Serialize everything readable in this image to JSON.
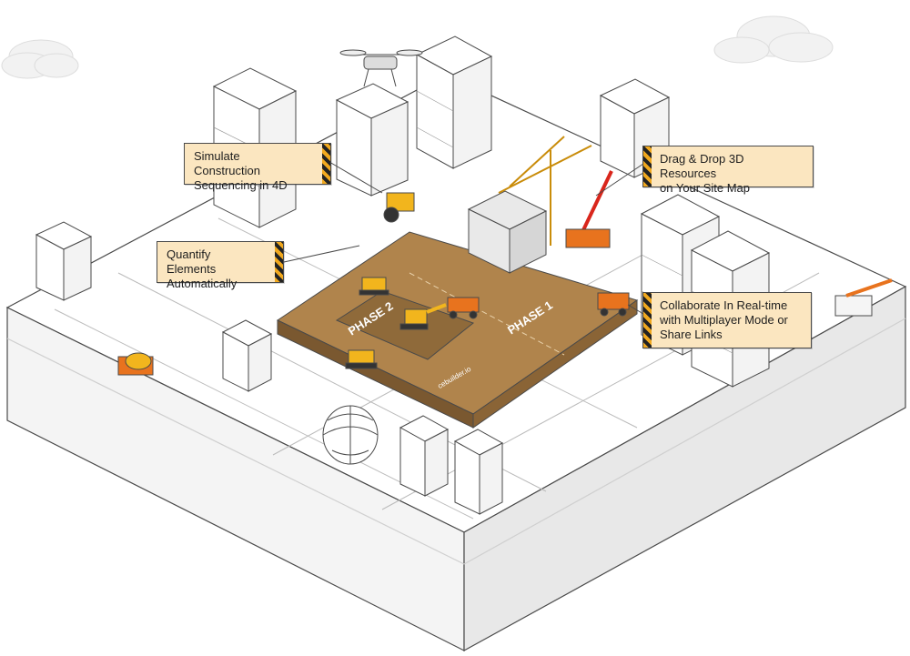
{
  "callouts": {
    "simulate": {
      "line1": "Simulate Construction",
      "line2": "Sequencing in 4D"
    },
    "drag_drop": {
      "line1": "Drag & Drop 3D Resources",
      "line2": "on Your Site Map"
    },
    "quantify": {
      "line1": "Quantify Elements",
      "line2": "Automatically"
    },
    "collaborate": {
      "line1": "Collaborate In Real-time",
      "line2": "with Multiplayer Mode or",
      "line3": "Share Links"
    }
  },
  "site": {
    "phase1_label": "PHASE 1",
    "phase2_label": "PHASE 2",
    "brand_label": "cebuilder.io"
  },
  "icons": [
    "drone-icon",
    "tower-crane-icon",
    "mobile-crane-icon",
    "excavator-icon",
    "dump-truck-icon",
    "bulldozer-icon",
    "road-roller-icon",
    "concrete-mixer-icon",
    "cloud-icon"
  ],
  "colors": {
    "callout_bg": "#fbe6c0",
    "hazard_yellow": "#f0a81e",
    "dirt": "#b0844c",
    "machine_orange": "#e8731e",
    "crane_yellow": "#f2b51d",
    "line": "#4a4a4a"
  }
}
